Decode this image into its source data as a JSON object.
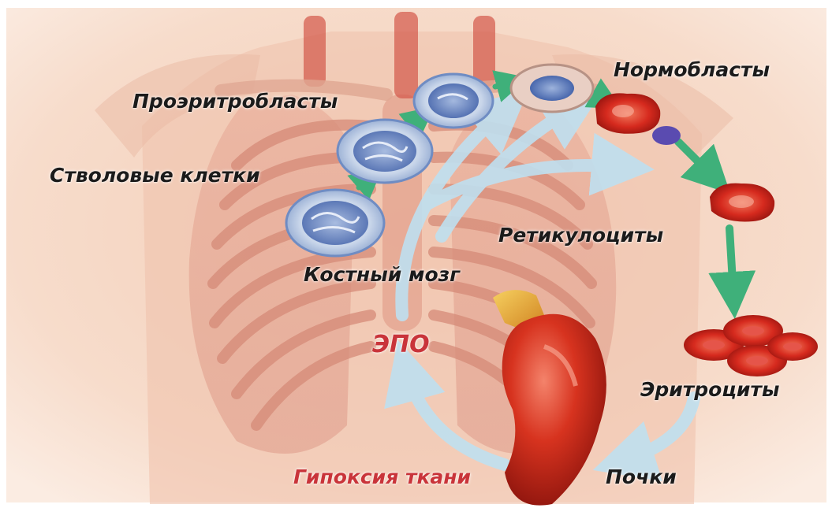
{
  "labels": {
    "normoblasts": "Нормобласты",
    "proerythroblasts": "Проэритробласты",
    "stem_cells": "Стволовые клетки",
    "reticulocytes": "Ретикулоциты",
    "bone_marrow": "Костный мозг",
    "epo": "ЭПО",
    "erythrocytes": "Эритроциты",
    "tissue_hypoxia": "Гипоксия ткани",
    "kidneys": "Почки"
  },
  "colors": {
    "background": "#f5d8c4",
    "accent_text_red": "#c9343a",
    "cell_blue": "#5b78b8",
    "rbc_red": "#d7261c",
    "arrow_green": "#3fb07a",
    "arrow_lightblue": "#bfe0f0",
    "kidney_red": "#c8261b",
    "adrenal_orange": "#e3a02a"
  }
}
